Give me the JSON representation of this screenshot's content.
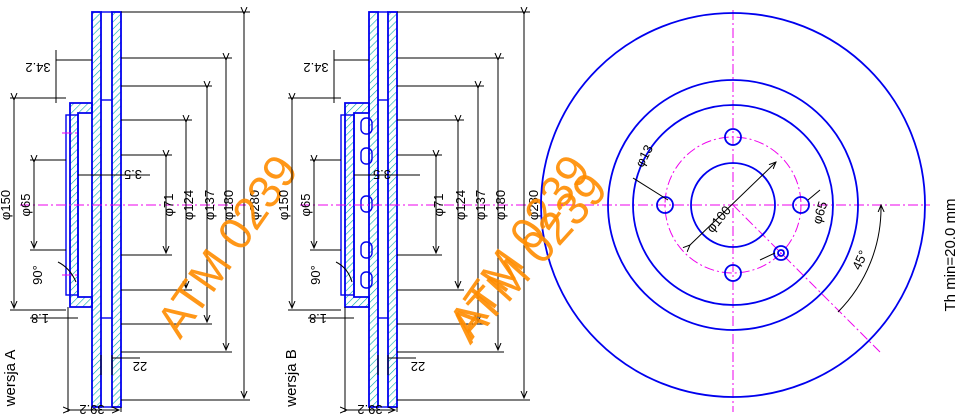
{
  "watermark": "ATM 0239",
  "colors": {
    "outline": "#0000ee",
    "centerline": "#ee00ee",
    "hatch": "#00a8a8",
    "dimension": "#000000",
    "watermark": "#ff8c00"
  },
  "view_a": {
    "label": "wersja A",
    "dims": {
      "d150": "φ150",
      "d65": "φ65",
      "d71": "φ71",
      "d124": "φ124",
      "d137": "φ137",
      "d180": "φ180",
      "d280": "φ280",
      "offset": "34.2",
      "hub": "3.5",
      "angle": "90°",
      "lip": "1.8",
      "thickness": "22",
      "width": "39.2"
    }
  },
  "view_b": {
    "label": "wersja B",
    "dims": {
      "d150": "φ150",
      "d65": "φ65",
      "d71": "φ71",
      "d124": "φ124",
      "d137": "φ137",
      "d180": "φ180",
      "d280": "φ280",
      "offset": "34.2",
      "hub": "3.5",
      "angle": "90°",
      "lip": "1.8",
      "thickness": "22",
      "width": "39.2"
    }
  },
  "front_view": {
    "bolt_hole": "φ13",
    "pcd": "φ100",
    "center": "φ65",
    "angle": "45°"
  },
  "spec": "Th min=20.0 mm"
}
